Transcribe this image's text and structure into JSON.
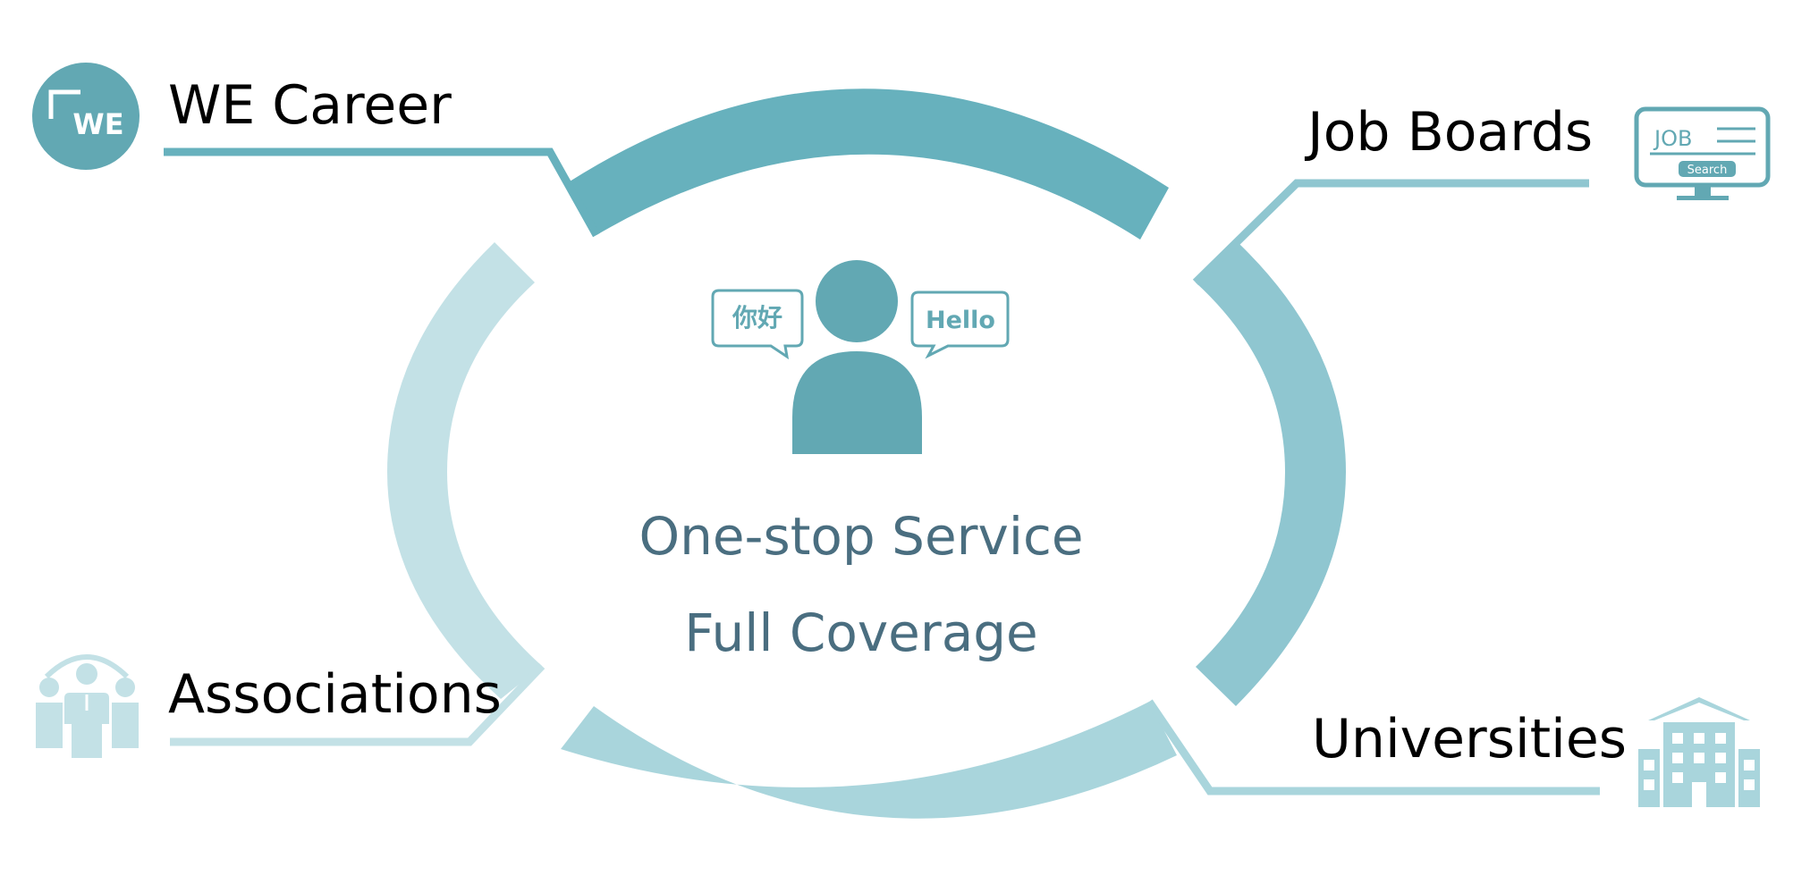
{
  "center": {
    "bubble_left": "你好",
    "bubble_right": "Hello",
    "line1": "One-stop Service",
    "line2": "Full Coverage"
  },
  "channels": [
    {
      "label": "WE Career",
      "icon": "we-career-logo-icon",
      "logo_text": "WE"
    },
    {
      "label": "Job Boards",
      "icon": "job-board-monitor-icon",
      "monitor_title": "JOB",
      "search_button": "Search"
    },
    {
      "label": "Associations",
      "icon": "people-group-icon"
    },
    {
      "label": "Universities",
      "icon": "university-building-icon"
    }
  ],
  "colors": {
    "arc_top": "#67b1bd",
    "arc_right": "#8fc6d0",
    "arc_bottom": "#a9d5dc",
    "arc_left": "#c3e1e6",
    "person": "#62a8b3",
    "center_text": "#4a6e80",
    "connector_top": "#67b1bd",
    "connector_right": "#8fc6d0",
    "connector_bottom": "#a9d5dc",
    "connector_left": "#c3e1e6"
  }
}
